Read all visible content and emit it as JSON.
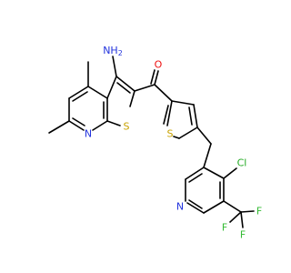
{
  "molecule": {
    "atoms": [
      {
        "id": "NH2",
        "label": "NH",
        "sub": "2",
        "element": "N",
        "color": "#2233dd"
      },
      {
        "id": "O1",
        "label": "O",
        "element": "O",
        "color": "#ee1111"
      },
      {
        "id": "N1",
        "label": "N",
        "element": "N",
        "color": "#2233dd"
      },
      {
        "id": "S1",
        "label": "S",
        "element": "S",
        "color": "#c8a200"
      },
      {
        "id": "S2",
        "label": "S",
        "element": "S",
        "color": "#c8a200"
      },
      {
        "id": "Cl1",
        "label": "Cl",
        "element": "Cl",
        "color": "#22aa22"
      },
      {
        "id": "N2",
        "label": "N",
        "element": "N",
        "color": "#2233dd"
      },
      {
        "id": "F1",
        "label": "F",
        "element": "F",
        "color": "#33bb33"
      },
      {
        "id": "F2",
        "label": "F",
        "element": "F",
        "color": "#33bb33"
      },
      {
        "id": "F3",
        "label": "F",
        "element": "F",
        "color": "#33bb33"
      }
    ],
    "bond_color": "#000000"
  }
}
